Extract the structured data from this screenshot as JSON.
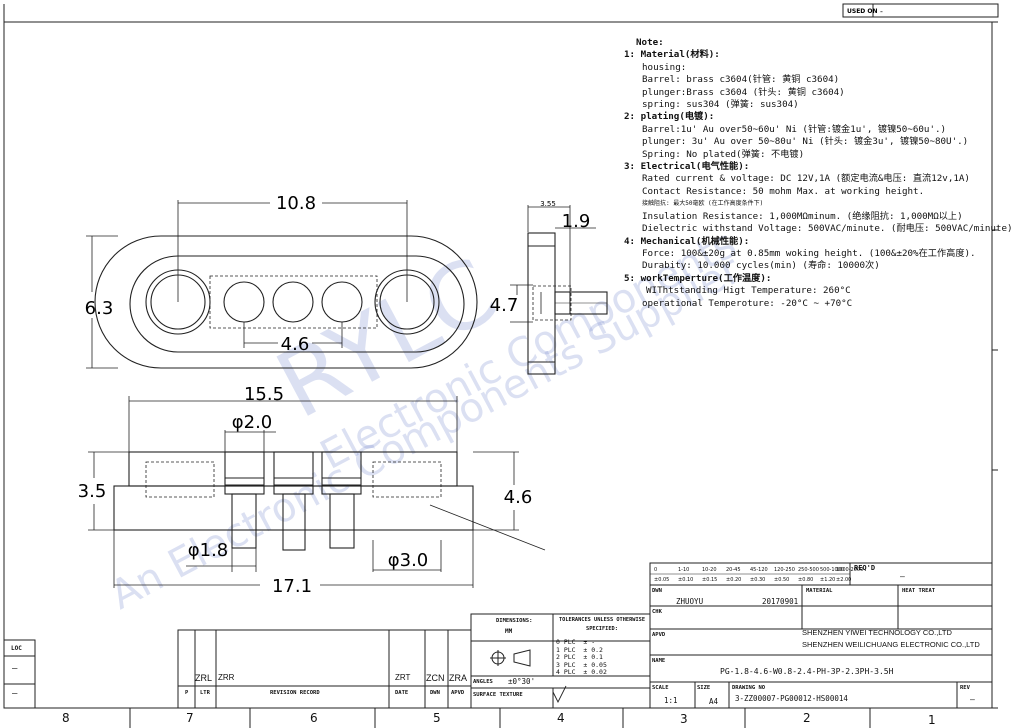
{
  "used_on_label": "USED ON",
  "used_on_value": "-",
  "dimensions": {
    "top_center": "10.8",
    "top_height": "6.3",
    "top_pitch": "4.6",
    "side_width": "1.9",
    "side_top": "3.55",
    "side_height": "4.7",
    "front_inner": "15.5",
    "front_pin_dia": "φ2.0",
    "front_left_h": "3.5",
    "front_right_h": "4.6",
    "front_plunger_dia": "φ1.8",
    "front_bore_dia": "φ3.0",
    "front_overall": "17.1"
  },
  "watermark": {
    "line1": "RYLC",
    "line2": "Electronic Components",
    "line3": "An Electronic Components Supplier"
  },
  "notes": {
    "title": "Note:",
    "sections": [
      {
        "head": "1: Material(材料):",
        "lines": [
          "housing:",
          "Barrel: brass c3604(针管: 黄铜 c3604)",
          "plunger:Brass c3604 (针头: 黄铜 c3604)",
          "spring: sus304 (弹簧: sus304)"
        ]
      },
      {
        "head": "2: plating(电镀):",
        "lines": [
          "Barrel:1u' Au over50~60u' Ni (针管:镀金1u', 镀镍50~60u'.)",
          "plunger: 3u' Au over 50~80u' Ni (针头: 镀金3u', 镀镍50~80U'.)",
          "Spring: No plated(弹簧: 不电镀)"
        ]
      },
      {
        "head": "3: Electrical(电气性能):",
        "lines": [
          "Rated current & voltage: DC 12V,1A (额定电流&电压: 直流12v,1A)",
          "Contact Resistance: 50 mohm Max. at working height.",
          "接触阻抗: 最大50毫欧 (在工作高度条件下)",
          "Insulation Resistance: 1,000MΩminum. (绝缘阻抗: 1,000MΩ以上)",
          "Dielectric withstand Voltage: 500VAC/minute. (耐电压: 500VAC/minute)"
        ]
      },
      {
        "head": "4: Mechanical(机械性能):",
        "lines": [
          "Force: 100&±20g at 0.85mm woking height. (100&±20%在工作高度).",
          "Durabity: 10.000 cycles(min) (寿命: 10000次)"
        ]
      },
      {
        "head": "5: workTemperture(工作温度):",
        "lines": [
          "WIThtstanding Higt Temperature: 260°C",
          "operational Temperoture: -20°C ~ +70°C"
        ]
      }
    ]
  },
  "title_block": {
    "reqd": "REQ'D",
    "reqd_val": "—",
    "dwn_label": "DWN",
    "dwn_name": "ZHUOYU",
    "dwn_date": "20170901",
    "chk_label": "CHK",
    "apvd_label": "APVD",
    "material_label": "MATERIAL",
    "heat_treat_label": "HEAT TREAT",
    "company1": "SHENZHEN YIWEI TECHNOLOGY CO.,LTD",
    "company2": "SHENZHEN WEILICHUANG ELECTRONIC CO.,LTD",
    "name_label": "NAME",
    "part_name": "PG-1.8-4.6-W0.8-2.4-PH-3P-2.3PH-3.5H",
    "scale_label": "SCALE",
    "scale_val": "1:1",
    "size_label": "SIZE",
    "size_val": "A4",
    "drawing_no_label": "DRAWING NO",
    "drawing_no": "3-ZZ00007-PG00012-HS00014",
    "rev_label": "REV",
    "rev_val": "—",
    "dimensions_label": "DIMENSIONS:",
    "dimensions_unit": "MM",
    "tolerances_label": "TOLERANCES UNLESS OTHERWISE SPECIFIED:",
    "tol_rows": [
      {
        "plc": "0 PLC",
        "val": "±  -"
      },
      {
        "plc": "1 PLC",
        "val": "± 0.2"
      },
      {
        "plc": "2 PLC",
        "val": "± 0.1"
      },
      {
        "plc": "3 PLC",
        "val": "± 0.05"
      },
      {
        "plc": "4 PLC",
        "val": "± 0.02"
      }
    ],
    "angles_label": "ANGLES",
    "angles_val": "±0°30'",
    "surface_label": "SURFACE TEXTURE",
    "rev_cells": [
      "ZRL",
      "ZRR",
      "ZRT",
      "ZCN",
      "ZRA"
    ],
    "rev_header": [
      "P",
      "LTR",
      "REVISION RECORD",
      "DATE",
      "DWN",
      "APVD"
    ],
    "loc_label": "LOC",
    "loc_vals": [
      "—",
      "—"
    ],
    "scale_marks": [
      "0",
      "1-10",
      "10-20",
      "20-45",
      "45-120",
      "120-250",
      "250-500",
      "500-1000",
      "1000-2000"
    ],
    "scale_tols": [
      "±0.05",
      "±0.10",
      "±0.15",
      "±0.20",
      "±0.30",
      "±0.50",
      "±0.80",
      "±1.20",
      "±2.00"
    ]
  },
  "zones": [
    "8",
    "7",
    "6",
    "5",
    "4",
    "3",
    "2",
    "1"
  ]
}
